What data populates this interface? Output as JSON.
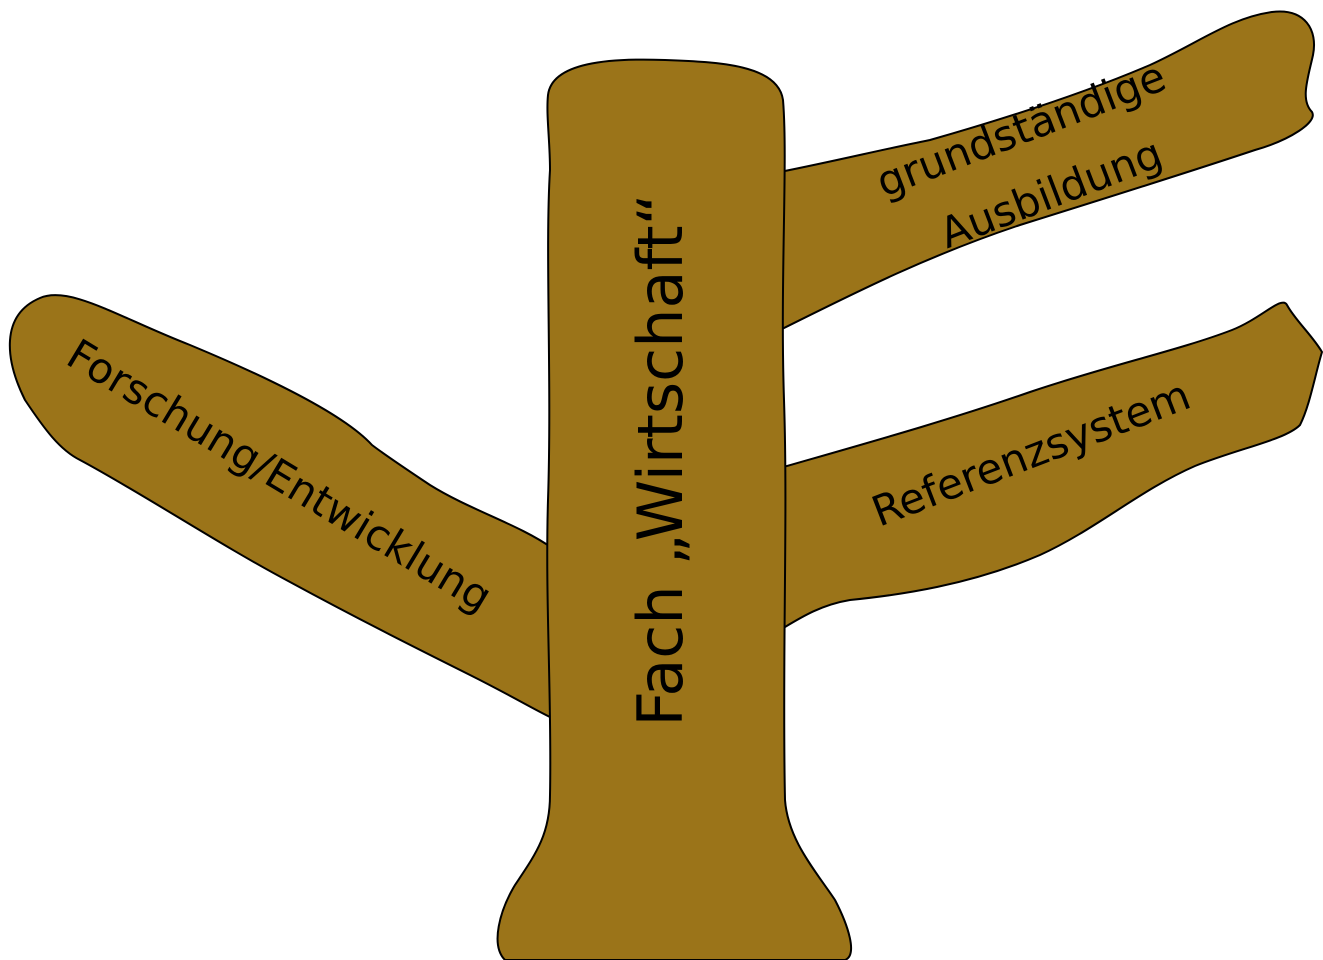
{
  "colors": {
    "wood": "#9B7419",
    "outline": "#000000",
    "text": "#000000",
    "background": "#ffffff"
  },
  "trunk": {
    "label": "Fach „Wirtschaft“"
  },
  "branches": {
    "left": {
      "label": "Forschung/Entwicklung"
    },
    "upper_right": {
      "line1": "grundständige",
      "line2": "Ausbildung"
    },
    "lower_right": {
      "label": "Referenzsystem"
    }
  }
}
